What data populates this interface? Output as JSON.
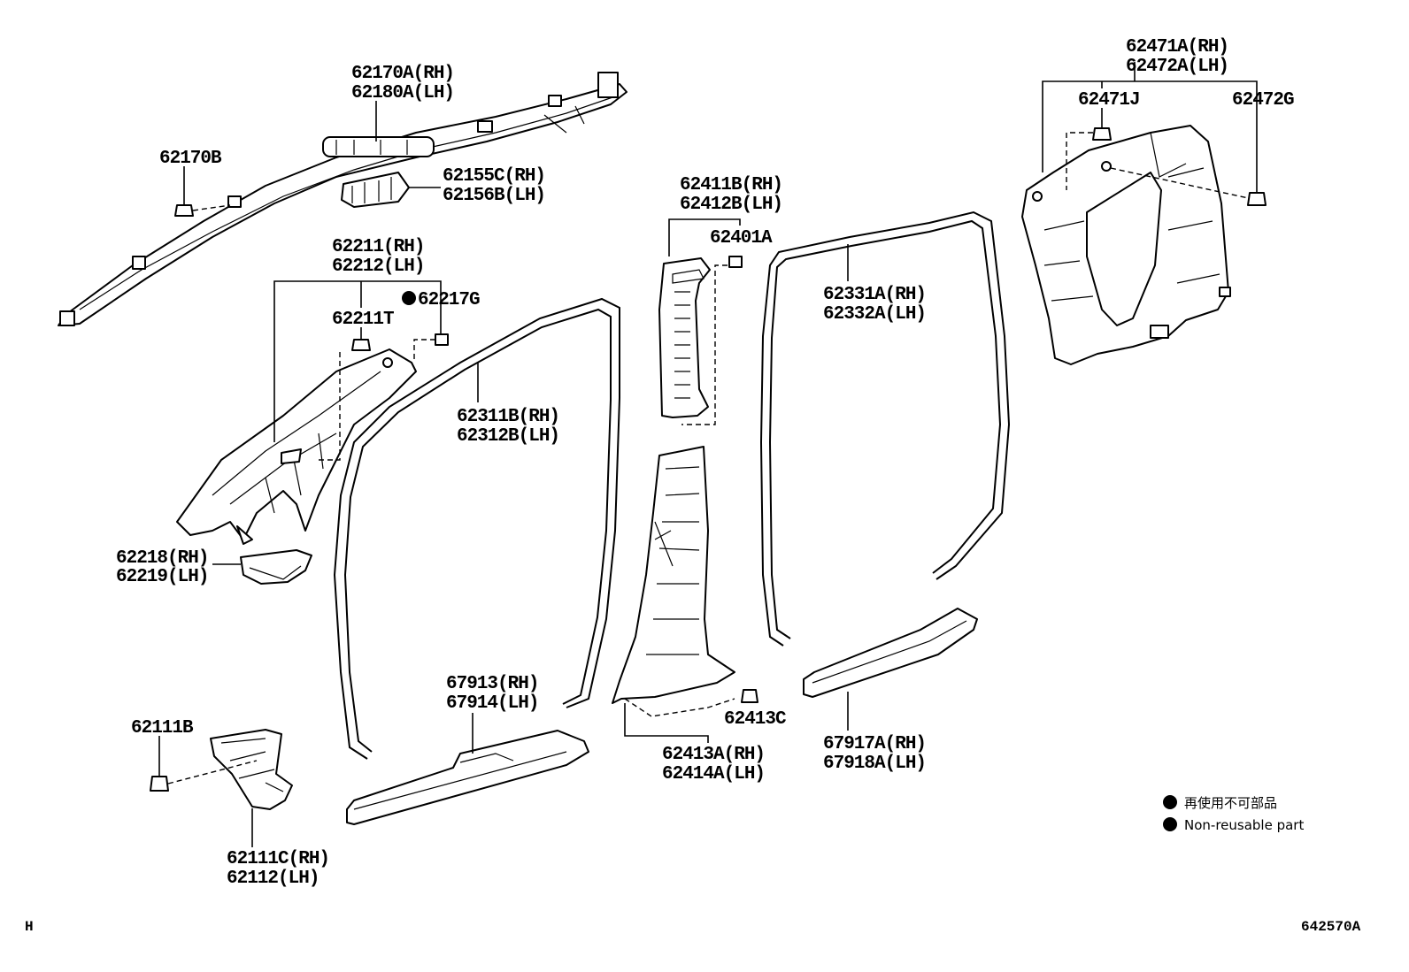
{
  "labels": {
    "l62170A": "62170A(RH)",
    "l62180A": "62180A(LH)",
    "l62170B": "62170B",
    "l62155C": "62155C(RH)",
    "l62156B": "62156B(LH)",
    "l62211": "62211(RH)",
    "l62212": "62212(LH)",
    "l62217G": "62217G",
    "l62211T": "62211T",
    "l62311B": "62311B(RH)",
    "l62312B": "62312B(LH)",
    "l62218": "62218(RH)",
    "l62219": "62219(LH)",
    "l62411B": "62411B(RH)",
    "l62412B": "62412B(LH)",
    "l62401A": "62401A",
    "l62331A": "62331A(RH)",
    "l62332A": "62332A(LH)",
    "l62471A": "62471A(RH)",
    "l62472A": "62472A(LH)",
    "l62471J": "62471J",
    "l62472G": "62472G",
    "l67913": "67913(RH)",
    "l67914": "67914(LH)",
    "l62413C": "62413C",
    "l62413A": "62413A(RH)",
    "l62414A": "62414A(LH)",
    "l67917A": "67917A(RH)",
    "l67918A": "67918A(LH)",
    "l62111B": "62111B",
    "l62111C": "62111C(RH)",
    "l62112": "62112(LH)"
  },
  "legend": {
    "jp": "再使用不可部品",
    "en": "Non-reusable part"
  },
  "footer": {
    "left_code": "H",
    "diagram_id": "642570A"
  },
  "colors": {
    "line": "#000000",
    "background": "#ffffff"
  }
}
